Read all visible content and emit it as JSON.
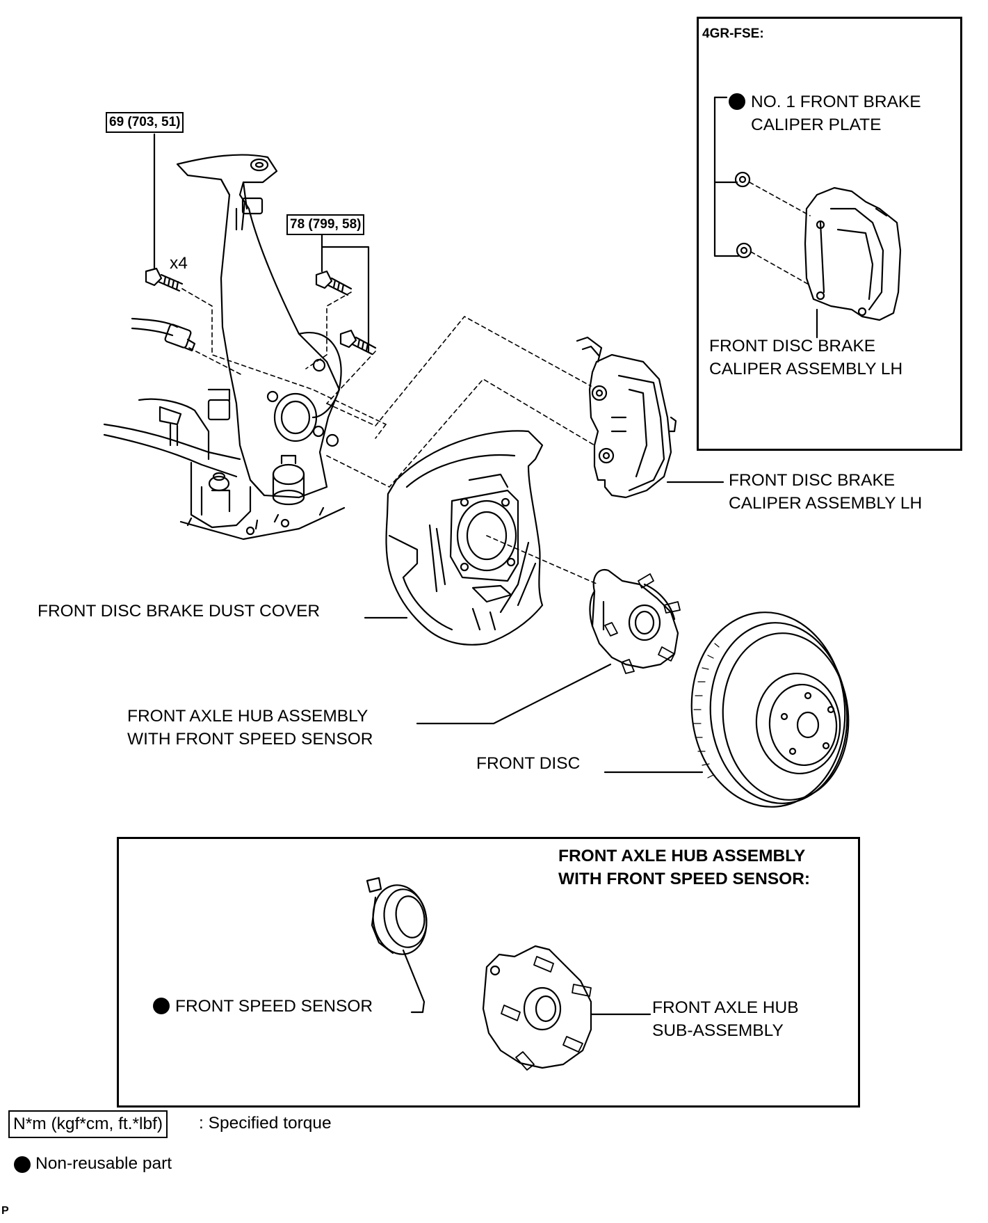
{
  "inset_top": {
    "title": "4GR-FSE:",
    "plate_label_line1": "NO. 1 FRONT BRAKE",
    "plate_label_line2": "CALIPER PLATE",
    "caliper_label_line1": "FRONT DISC BRAKE",
    "caliper_label_line2": "CALIPER ASSEMBLY LH"
  },
  "torques": {
    "upper_left": "69 (703, 51)",
    "upper_left_qty": "x4",
    "middle": "78 (799, 58)"
  },
  "labels": {
    "caliper_line1": "FRONT DISC BRAKE",
    "caliper_line2": "CALIPER ASSEMBLY LH",
    "dust_cover": "FRONT DISC BRAKE DUST COVER",
    "hub_line1": "FRONT AXLE HUB ASSEMBLY",
    "hub_line2": "WITH FRONT SPEED SENSOR",
    "disc": "FRONT DISC"
  },
  "inset_bottom": {
    "title_line1": "FRONT AXLE HUB ASSEMBLY",
    "title_line2": "WITH FRONT SPEED SENSOR:",
    "sensor_label": "FRONT SPEED SENSOR",
    "hub_sub_line1": "FRONT AXLE HUB",
    "hub_sub_line2": "SUB-ASSEMBLY"
  },
  "legend": {
    "torque_unit": "N*m (kgf*cm, ft.*lbf)",
    "torque_desc": ": Specified torque",
    "nonreusable": "Non-reusable part"
  },
  "corner_mark": "P"
}
